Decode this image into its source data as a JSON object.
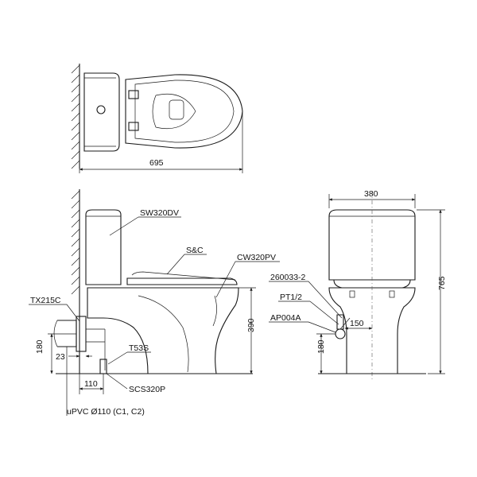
{
  "top_view": {
    "width_dim": "695"
  },
  "side_view": {
    "labels": {
      "tank": "SW320DV",
      "seat": "S&C",
      "bowl": "CW320PV",
      "flange": "TX215C",
      "bolt": "T53S",
      "seal": "SCS320P",
      "pipe": "uPVC Ø110 (C1, C2)"
    },
    "dims": {
      "rough_height": "180",
      "offset": "23",
      "rim_height": "390",
      "setback": "110"
    }
  },
  "front_view": {
    "labels": {
      "hose": "260033-2",
      "valve": "PT1/2",
      "supply": "AP004A"
    },
    "dims": {
      "width": "380",
      "height": "765",
      "supply_offset": "150",
      "supply_height": "180"
    }
  }
}
